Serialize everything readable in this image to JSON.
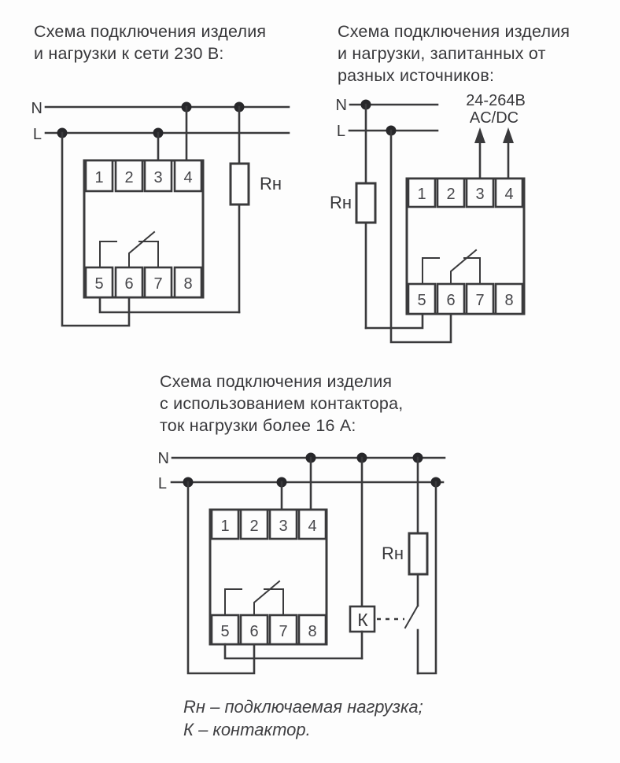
{
  "colors": {
    "background": "#fdfdfd",
    "line": "#3a3a3c",
    "text": "#38383b"
  },
  "diagrams": {
    "net230": {
      "title_lines": [
        "Схема подключения изделия",
        "и нагрузки к сети 230 В:"
      ],
      "n_label": "N",
      "l_label": "L",
      "load_label": "Rн",
      "terminals_top": [
        "1",
        "2",
        "3",
        "4"
      ],
      "terminals_bottom": [
        "5",
        "6",
        "7",
        "8"
      ]
    },
    "dual_source": {
      "title_lines": [
        "Схема подключения изделия",
        "и нагрузки, запитанных от",
        "разных источников:"
      ],
      "n_label": "N",
      "l_label": "L",
      "load_label": "Rн",
      "supply_label_lines": [
        "24-264В",
        "AC/DC"
      ],
      "terminals_top": [
        "1",
        "2",
        "3",
        "4"
      ],
      "terminals_bottom": [
        "5",
        "6",
        "7",
        "8"
      ]
    },
    "contactor": {
      "title_lines": [
        "Схема подключения изделия",
        "с использованием контактора,",
        "ток нагрузки более 16 А:"
      ],
      "n_label": "N",
      "l_label": "L",
      "load_label": "Rн",
      "contactor_label": "К",
      "terminals_top": [
        "1",
        "2",
        "3",
        "4"
      ],
      "terminals_bottom": [
        "5",
        "6",
        "7",
        "8"
      ]
    }
  },
  "legend": {
    "line1": "Rн – подключаемая нагрузка;",
    "line2": "К – контактор."
  }
}
